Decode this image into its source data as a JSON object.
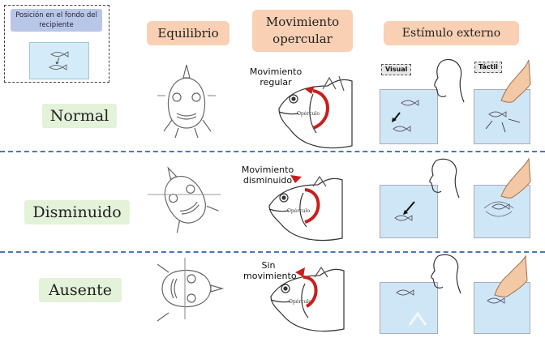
{
  "legend": {
    "title": "Posición en el fondo del recipiente"
  },
  "headers": {
    "equilibrium": "Equilibrio",
    "opercular": "Movimiento opercular",
    "stimulus": "Estímulo externo"
  },
  "rows": [
    {
      "label": "Normal",
      "movement": "Movimiento regular"
    },
    {
      "label": "Disminuido",
      "movement": "Movimiento disminuido"
    },
    {
      "label": "Ausente",
      "movement": "Sin movimiento"
    }
  ],
  "fish_label": "Opérculo",
  "stimulus_tags": {
    "visual": "Visual",
    "tactile": "Táctil"
  },
  "colors": {
    "header_bg": "#f9d0b4",
    "label_bg": "#e3f2d9",
    "legend_title_bg": "#b8c6e8",
    "arrow": "#d42020",
    "divider": "#4a78b8",
    "water": "#cfe6f6"
  }
}
